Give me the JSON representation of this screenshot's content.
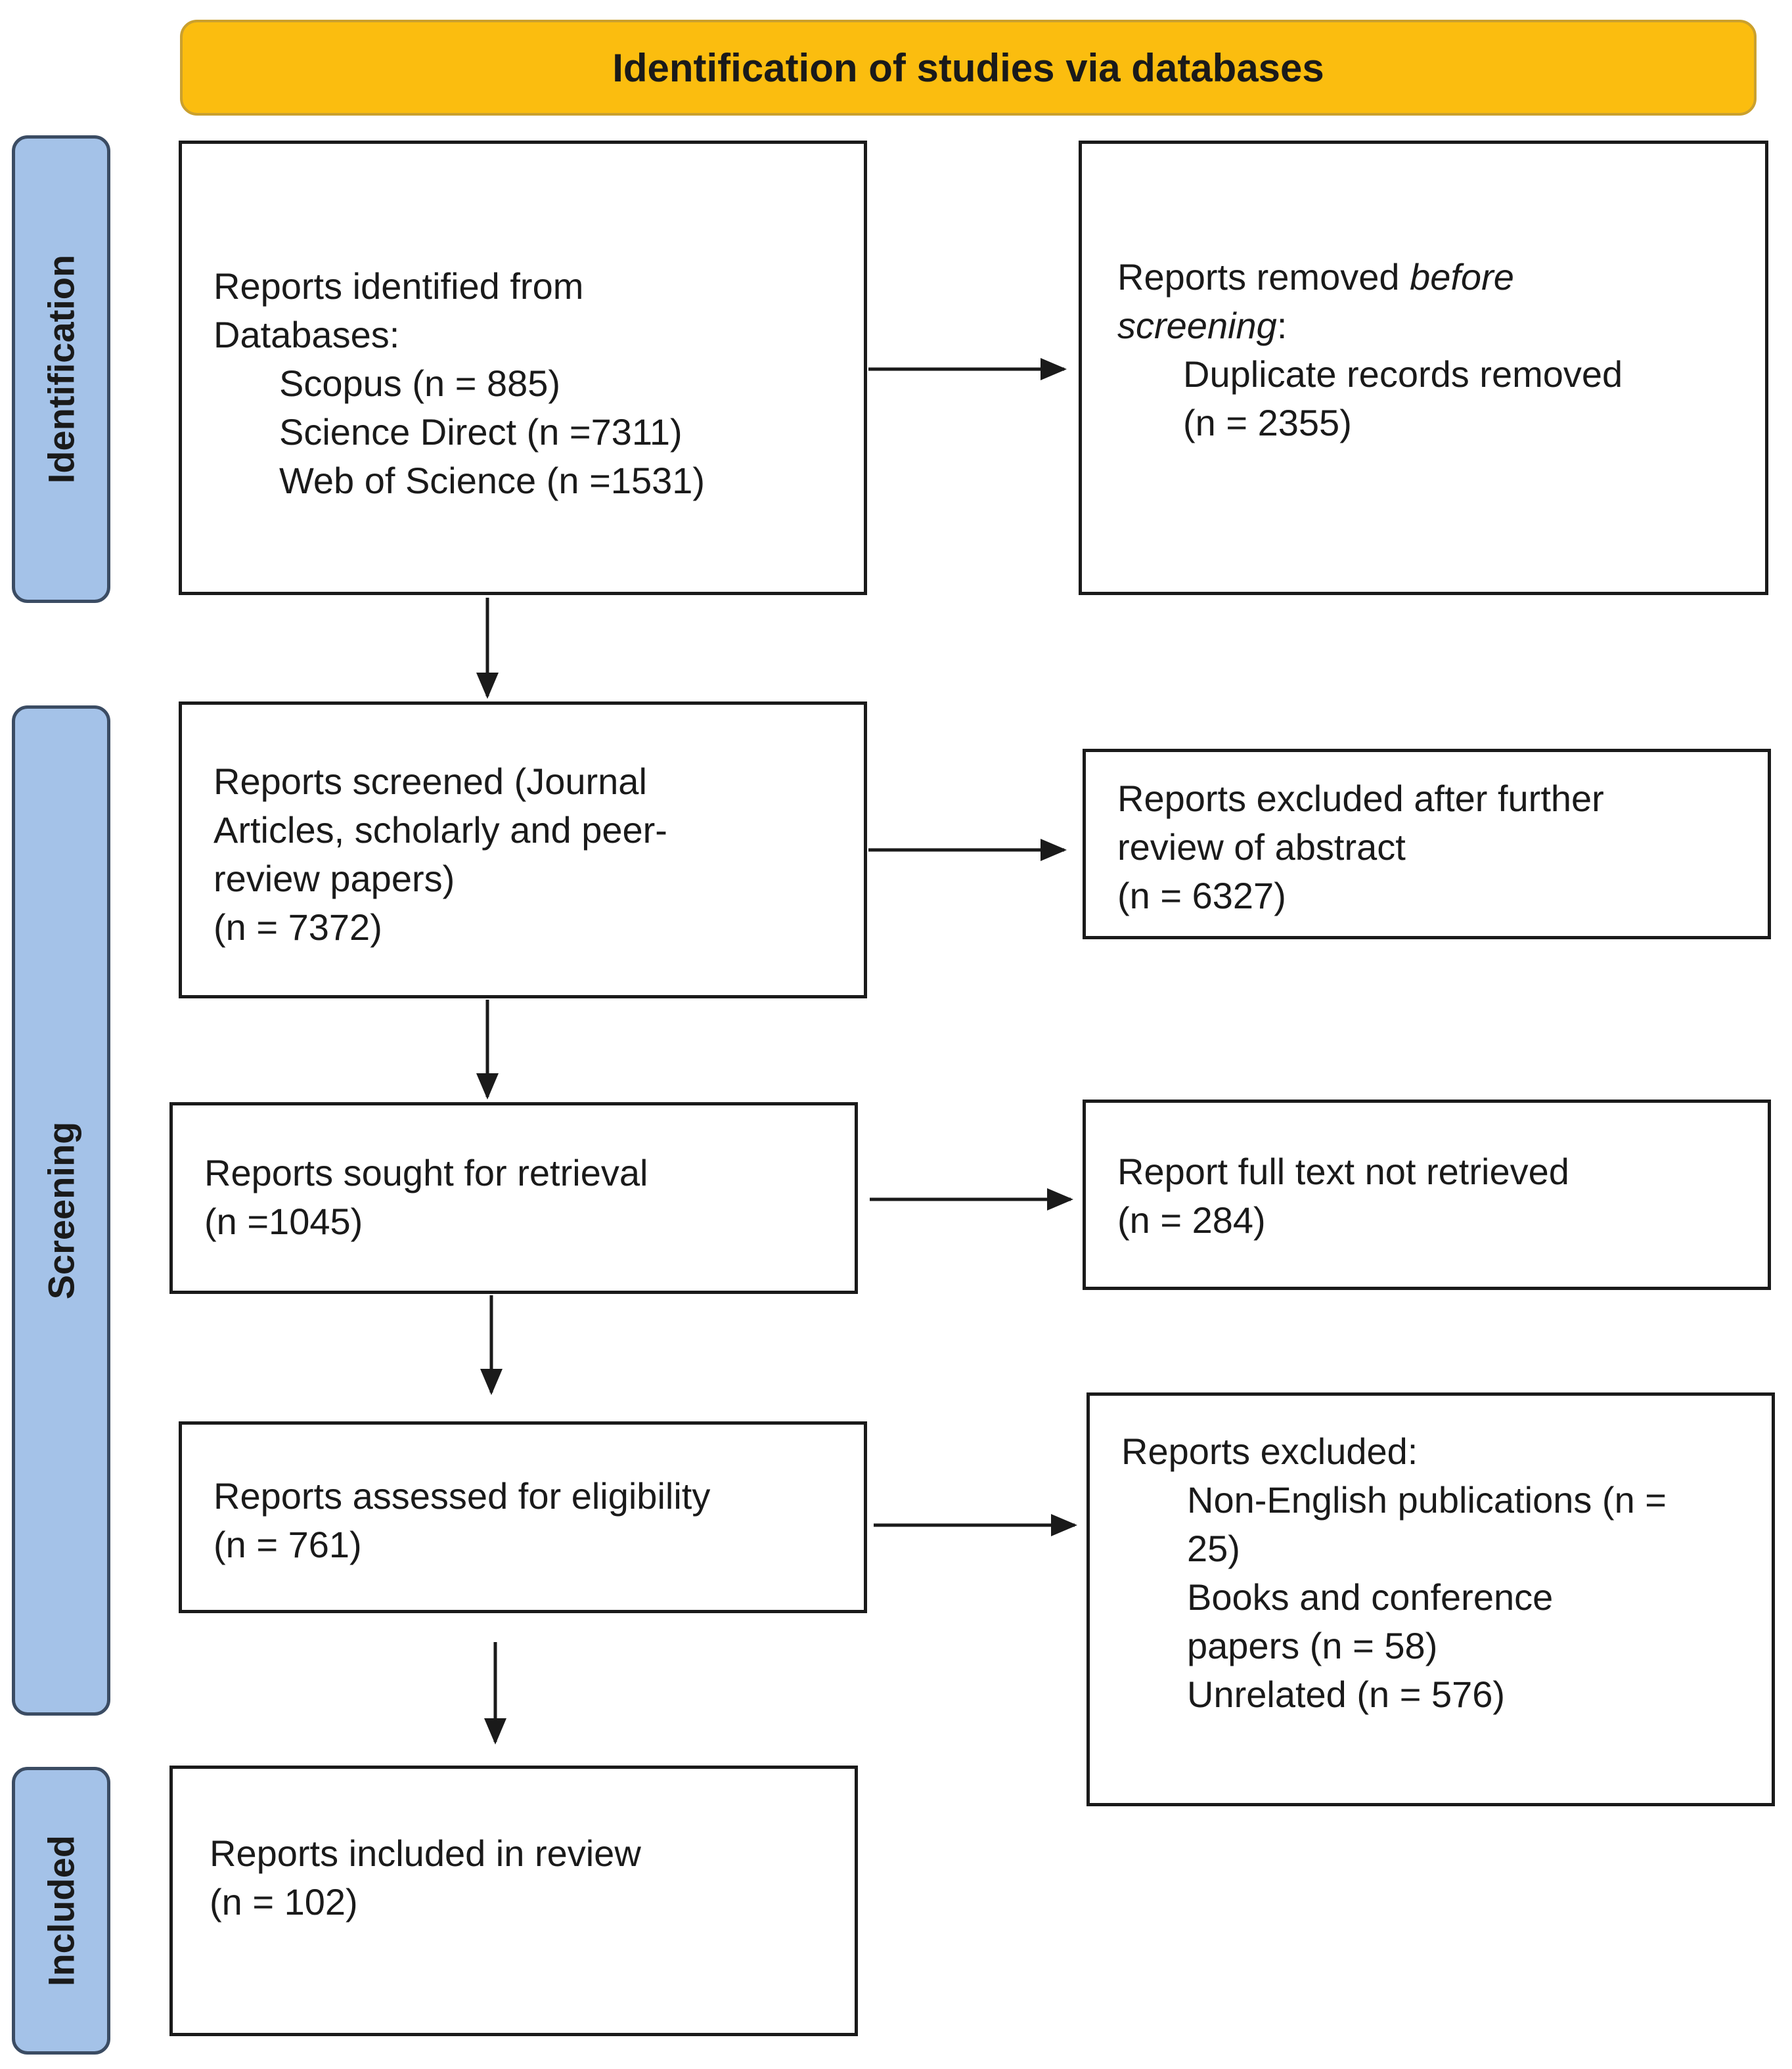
{
  "header": {
    "title": "Identification of studies via databases"
  },
  "phases": {
    "identification": "Identification",
    "screening": "Screening",
    "included": "Included"
  },
  "boxes": {
    "identified": {
      "heading_1": "Reports identified from",
      "heading_2": "Databases:",
      "scopus": "Scopus (n = 885)",
      "science_direct": "Science Direct (n =7311)",
      "web_of_science": "Web of Science (n =1531)"
    },
    "removed": {
      "line1_text": "Reports removed ",
      "line1_italic": "before",
      "line2_italic": "screening",
      "line2_text": ":",
      "duplicates": "Duplicate records removed",
      "duplicates_n": "(n = 2355)"
    },
    "screened": {
      "line1": "Reports screened (Journal",
      "line2": "Articles, scholarly and peer-",
      "line3": "review papers)",
      "n": "(n = 7372)"
    },
    "excluded_abstract": {
      "line1": "Reports excluded after further",
      "line2": "review of abstract",
      "n": "(n = 6327)"
    },
    "sought": {
      "label": "Reports sought for retrieval",
      "n": "(n =1045)"
    },
    "not_retrieved": {
      "label": "Report full text not retrieved",
      "n": "(n = 284)"
    },
    "assessed": {
      "label": "Reports assessed for eligibility",
      "n": "(n = 761)"
    },
    "excluded": {
      "heading": "Reports excluded:",
      "non_english_1": "Non-English publications (n =",
      "non_english_2": "25)",
      "books_1": "Books and conference",
      "books_2": "papers (n = 58)",
      "unrelated": "Unrelated (n = 576)"
    },
    "included": {
      "label": "Reports included in review",
      "n": "(n = 102)"
    }
  },
  "colors": {
    "banner": "#fbbd0f",
    "phase": "#a4c2e8",
    "border": "#1a1a1a"
  }
}
